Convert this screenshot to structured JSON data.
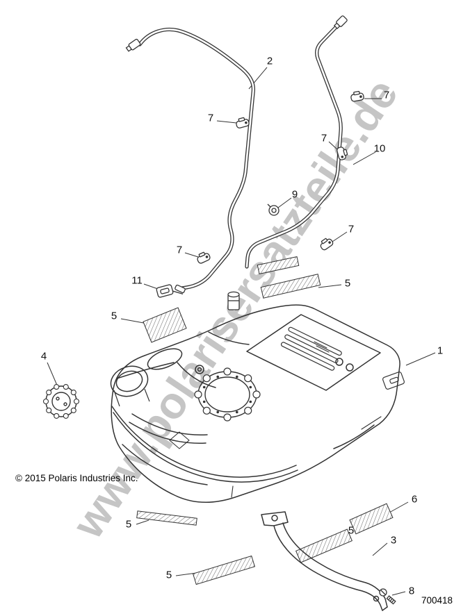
{
  "watermark": "www.polarisersatzteile.de",
  "copyright": "© 2015 Polaris Industries Inc.",
  "part_number": "700418",
  "callouts": [
    {
      "name": "fuel-line-front",
      "label": "2"
    },
    {
      "name": "clip-upper-right",
      "label": "7"
    },
    {
      "name": "clip-upper-left",
      "label": "7"
    },
    {
      "name": "clip-mid-right",
      "label": "7"
    },
    {
      "name": "vent-line",
      "label": "10"
    },
    {
      "name": "grommet",
      "label": "9"
    },
    {
      "name": "clip-lower-right",
      "label": "7"
    },
    {
      "name": "clip-lower-left",
      "label": "7"
    },
    {
      "name": "retainer-clip",
      "label": "11"
    },
    {
      "name": "foam-strip-hose",
      "label": "5"
    },
    {
      "name": "foam-pad-left",
      "label": "5"
    },
    {
      "name": "fuel-tank",
      "label": "1"
    },
    {
      "name": "fuel-cap",
      "label": "4"
    },
    {
      "name": "foam-strip-bottom-left",
      "label": "5"
    },
    {
      "name": "foam-strip-right",
      "label": "6"
    },
    {
      "name": "foam-strip-bottom-mid",
      "label": "5"
    },
    {
      "name": "tank-strap",
      "label": "3"
    },
    {
      "name": "foam-strip-bottom",
      "label": "5"
    },
    {
      "name": "screw",
      "label": "8"
    }
  ]
}
